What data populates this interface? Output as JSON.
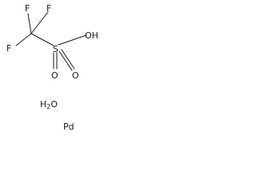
{
  "structure": {
    "atoms": {
      "fluorine_top": "F",
      "fluorine_left": "F",
      "fluorine_bottom": "F",
      "sulfur": "S",
      "oxygen_bottom_left": "O",
      "oxygen_bottom_right": "O",
      "hydroxyl": "OH"
    }
  },
  "components": {
    "water": {
      "element": "H",
      "subscript": "2",
      "suffix": "O"
    },
    "palladium": "Pd"
  }
}
